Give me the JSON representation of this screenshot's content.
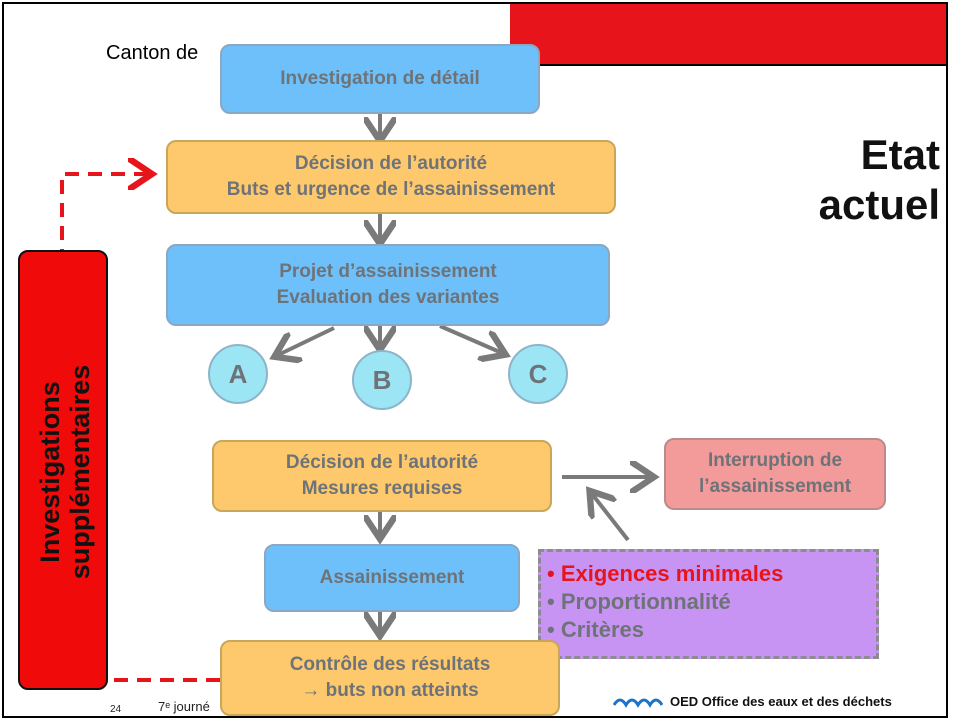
{
  "header": {
    "canton": "Canton de",
    "title_line1": "Etat",
    "title_line2": "actuel"
  },
  "boxes": {
    "investigation": "Investigation de détail",
    "decision1_line1": "Décision de l’autorité",
    "decision1_line2": "Buts et urgence de l’assainissement",
    "projet_line1": "Projet d’assainissement",
    "projet_line2": "Evaluation des variantes",
    "decision2_line1": "Décision de l’autorité",
    "decision2_line2": "Mesures requises",
    "interruption_line1": "Interruption de",
    "interruption_line2": "l’assainissement",
    "assainissement": "Assainissement",
    "controle_line1": "Contrôle des résultats",
    "controle_line2": "→ buts non atteints"
  },
  "variants": [
    "A",
    "B",
    "C"
  ],
  "side_label": {
    "line1": "Investigations",
    "line2": "supplémentaires"
  },
  "criteria": [
    "• Exigences minimales",
    "• Proportionnalité",
    "• Critères"
  ],
  "footer": {
    "page": "24",
    "event": "7ᵉ journé",
    "org": "OED Office des eaux et des déchets"
  },
  "colors": {
    "accent_red": "#e8141b",
    "blue": "#6ec0fb",
    "orange": "#fec86c",
    "pink": "#f39a9b",
    "purple": "#c794f4",
    "light_cyan": "#9be5f5"
  }
}
